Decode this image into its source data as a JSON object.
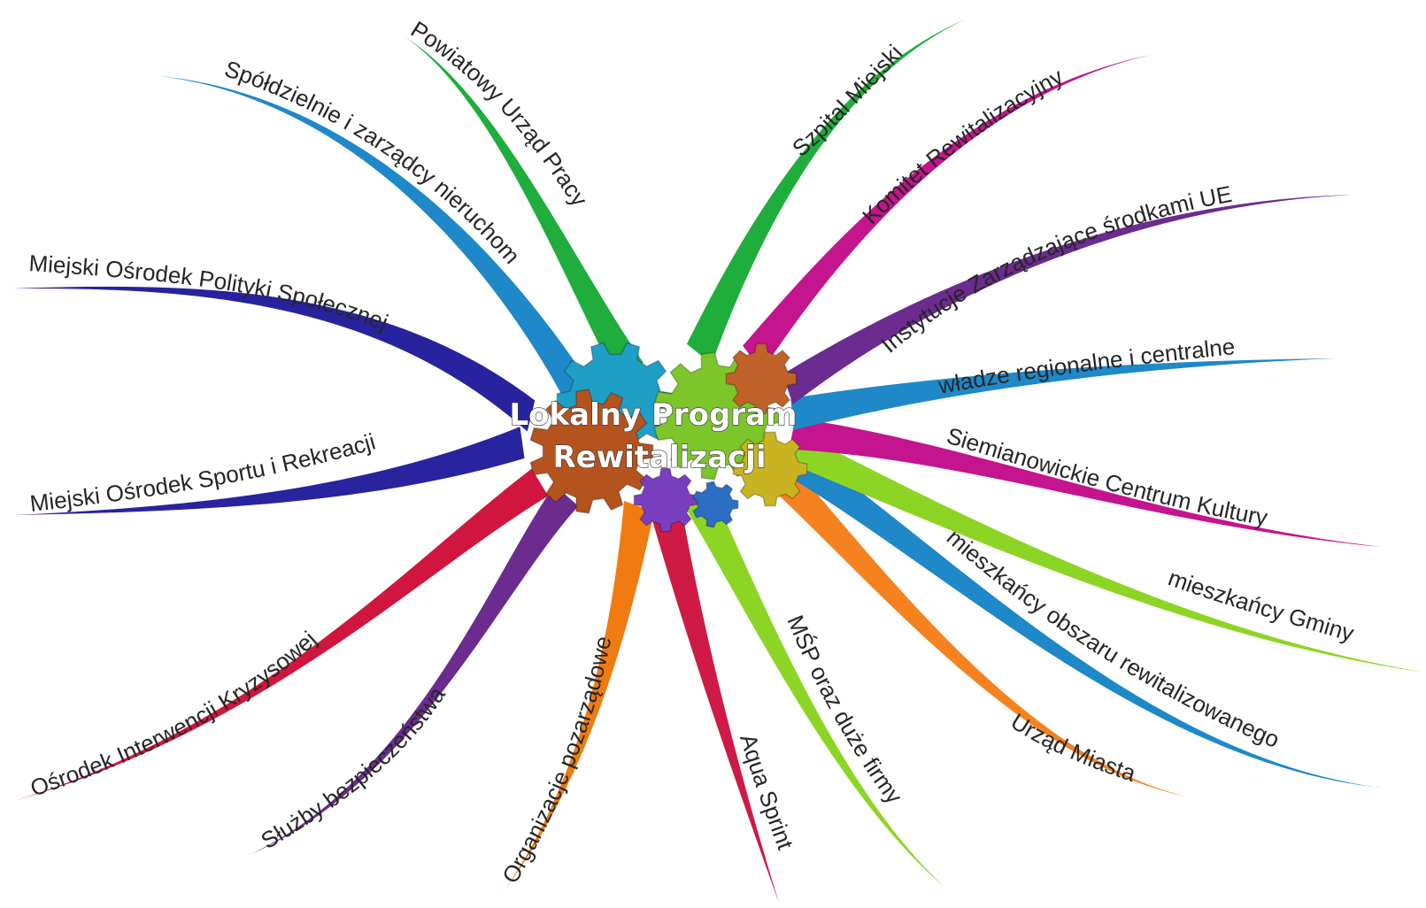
{
  "center": {
    "title_line1": "Lokalny Program",
    "title_line2": "Rewitalizacji"
  },
  "branches": [
    {
      "id": "powiatowy",
      "label": "Powiatowy Urząd Pracy",
      "color": "#1fae3c"
    },
    {
      "id": "spoldzielnie",
      "label": "Spółdzielnie i zarządcy nieruchom",
      "color": "#1e88c8"
    },
    {
      "id": "mops",
      "label": "Miejski Ośrodek Polityki Społecznej",
      "color": "#27239e"
    },
    {
      "id": "mosir",
      "label": "Miejski Ośrodek Sportu i Rekreacji",
      "color": "#28239e"
    },
    {
      "id": "oik",
      "label": "Ośrodek Interwencji Kryzysowej",
      "color": "#d0163e"
    },
    {
      "id": "sluzby",
      "label": "Służby bezpieczeństwa",
      "color": "#6b2b8f"
    },
    {
      "id": "ngo",
      "label": "Organizacje pozarządowe",
      "color": "#f07b10"
    },
    {
      "id": "aqua",
      "label": "Aqua Sprint",
      "color": "#cf1a45"
    },
    {
      "id": "msp",
      "label": "MŚP oraz duże firmy",
      "color": "#8dd524"
    },
    {
      "id": "urzad",
      "label": "Urząd Miasta",
      "color": "#f5821f"
    },
    {
      "id": "mieszkancy-obszaru",
      "label": "mieszkańcy obszaru rewitalizowanego",
      "color": "#1e88c8"
    },
    {
      "id": "mieszkancy-gminy",
      "label": "mieszkańcy Gminy",
      "color": "#8dd524"
    },
    {
      "id": "sck",
      "label": "Siemianowickie Centrum Kultury",
      "color": "#c4148e"
    },
    {
      "id": "wladze",
      "label": "władze regionalne i centralne",
      "color": "#1e88c8"
    },
    {
      "id": "instytucje",
      "label": "Instytucje Zarządzające środkami UE",
      "color": "#6b2b8f"
    },
    {
      "id": "komitet",
      "label": "Komitet Rewitalizacyjny",
      "color": "#c4148e"
    },
    {
      "id": "szpital",
      "label": "Szpital Miejski",
      "color": "#1fae3c"
    }
  ],
  "gear_colors": {
    "teal": "#1f9fc6",
    "green": "#7cc52a",
    "brown": "#b5531e",
    "orange_brown": "#c0632a",
    "yellow": "#c8b422",
    "purple": "#7a3fc0",
    "blue": "#2c6ec3"
  }
}
